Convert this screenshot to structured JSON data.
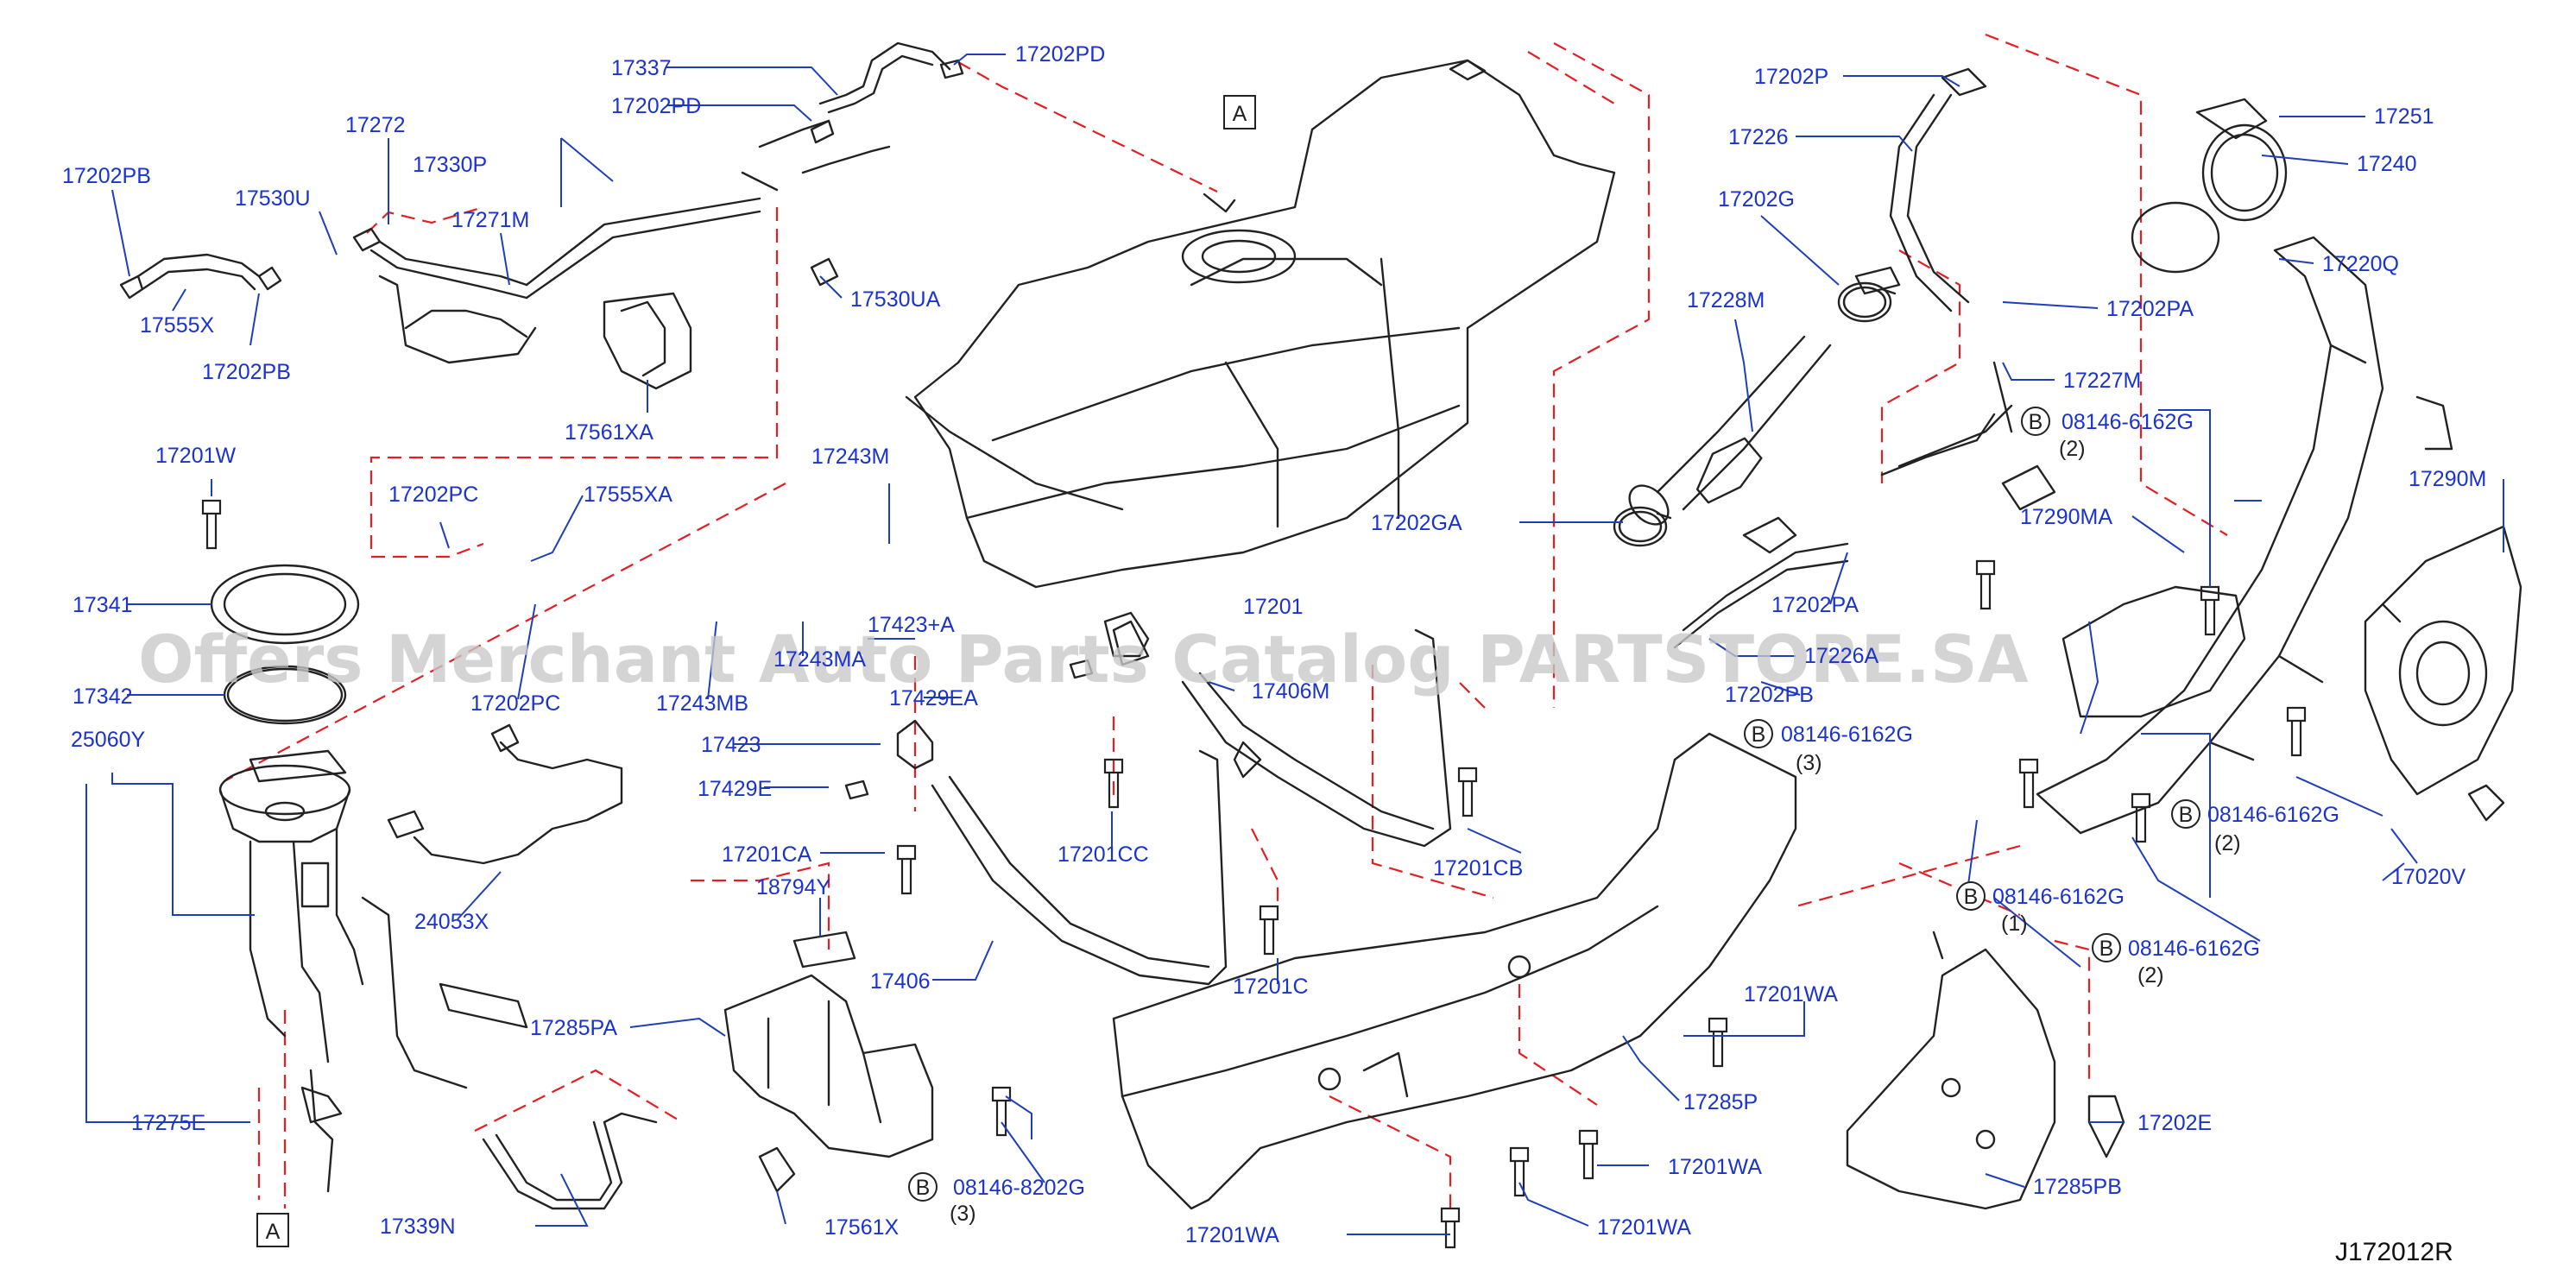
{
  "colors": {
    "label": "#1a33cc",
    "leader": "#1f3fb8",
    "part": "#222222",
    "hidden": "#e31e24",
    "watermark": "#c9c9c9"
  },
  "watermark": "Offers Merchant Auto Parts Catalog PARTSTORE.SA",
  "drawing_code": "J172012R",
  "ref_marker": "A",
  "bolt_marker": "B",
  "labels": {
    "p17337": "17337",
    "p17202PD_a": "17202PD",
    "p17202PD_b": "17202PD",
    "p17272": "17272",
    "p17330P": "17330P",
    "p17202PB_a": "17202PB",
    "p17530U": "17530U",
    "p17271M": "17271M",
    "p17555X": "17555X",
    "p17202PB_b": "17202PB",
    "p17530UA": "17530UA",
    "p17561XA": "17561XA",
    "p17201W": "17201W",
    "p17202PC_a": "17202PC",
    "p17555XA": "17555XA",
    "p17243M": "17243M",
    "p17341": "17341",
    "p17423A": "17423+A",
    "p17243MA": "17243MA",
    "p17342": "17342",
    "p17202PC_b": "17202PC",
    "p17243MB": "17243MB",
    "p17429EA": "17429EA",
    "p17406M": "17406M",
    "p25060Y": "25060Y",
    "p17423": "17423",
    "p17429E": "17429E",
    "p17201CA": "17201CA",
    "p17201CC": "17201CC",
    "p17201CB": "17201CB",
    "p24053X": "24053X",
    "p18794Y": "18794Y",
    "p17406": "17406",
    "p17201C": "17201C",
    "p17285PA": "17285PA",
    "p17275E": "17275E",
    "p17339N": "17339N",
    "p17561X": "17561X",
    "p08146_8202G": "08146-8202G",
    "p17201WA_a": "17201WA",
    "p17201WA_b": "17201WA",
    "p17201WA_c": "17201WA",
    "p17201WA_d": "17201WA",
    "p17285P": "17285P",
    "p17201": "17201",
    "p17202P": "17202P",
    "p17226": "17226",
    "p17202G": "17202G",
    "p17202PA_a": "17202PA",
    "p17228M": "17228M",
    "p17227M": "17227M",
    "p08146_6162G_a": "08146-6162G",
    "p17202GA": "17202GA",
    "p17202PA_b": "17202PA",
    "p17226A": "17226A",
    "p17202PB_c": "17202PB",
    "p08146_6162G_b": "08146-6162G",
    "p17290MA": "17290MA",
    "p17251": "17251",
    "p17240": "17240",
    "p17220Q": "17220Q",
    "p17290M": "17290M",
    "p08146_6162G_c": "08146-6162G",
    "p08146_6162G_d": "08146-6162G",
    "p08146_6162G_e": "08146-6162G",
    "p17020V": "17020V",
    "p17202E": "17202E",
    "p17285PB": "17285PB"
  },
  "quantities": {
    "q_a": "(2)",
    "q_b": "(3)",
    "q_c": "(2)",
    "q_d": "(1)",
    "q_e": "(2)",
    "q_f": "(3)"
  }
}
